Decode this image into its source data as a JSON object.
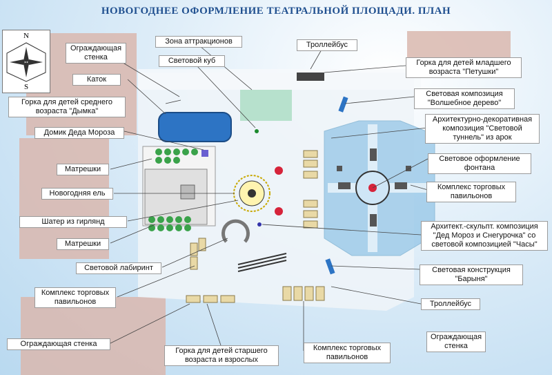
{
  "title": "НОВОГОДНЕЕ ОФОРМЛЕНИЕ ТЕАТРАЛЬНОЙ ПЛОЩАДИ. ПЛАН",
  "compass": {
    "north": "N",
    "south": "S"
  },
  "labels": {
    "fence_wall_top": [
      "Ограждающая",
      "стенка"
    ],
    "attraction_zone": "Зона аттракционов",
    "light_cube": "Световой куб",
    "trolleybus_top": "Троллейбус",
    "slide_young": [
      "Горка для детей младшего",
      "возраста \"Петушки\""
    ],
    "skating_rink": "Каток",
    "light_magic_tree": [
      "Световая композиция",
      "\"Волшебное дерево\""
    ],
    "slide_middle": [
      "Горка для детей среднего",
      "возраста \"Дымка\""
    ],
    "light_tunnel": [
      "Архитектурно-декоративная",
      "композиция \"Световой",
      "туннель\" из арок"
    ],
    "santa_house": "Домик Деда Мороза",
    "fountain_light": [
      "Световое оформление",
      "фонтана"
    ],
    "matryoshka_top": "Матрешки",
    "trade_complex_right": [
      "Комплекс торговых",
      "павильонов"
    ],
    "new_year_tree": "Новогодняя ель",
    "garland_tent": "Шатер из гирлянд",
    "santa_snow": [
      "Архитект.-скульпт. композиция",
      "\"Дед Мороз и Снегурочка\" со",
      "световой композицией \"Часы\""
    ],
    "matryoshka_bottom": "Матрешки",
    "light_maze": "Световой лабиринт",
    "barynya": [
      "Световая конструкция",
      "\"Барыня\""
    ],
    "trade_complex_left": [
      "Комплекс торговых",
      "павильонов"
    ],
    "trolleybus_bottom": "Троллейбус",
    "fence_wall_bottom_right": [
      "Ограждающая",
      "стенка"
    ],
    "fence_wall_bottom_left": "Ограждающая стенка",
    "slide_senior": [
      "Горка для детей старшего",
      "возраста и взрослых"
    ],
    "trade_complex_bottom": [
      "Комплекс торговых",
      "павильонов"
    ]
  },
  "colors": {
    "title": "#1f4f8f",
    "building": "#d9b7ae",
    "plaza": "#eef4f8",
    "fountain_area": "#8fc3e6",
    "rink": "#2d74c4",
    "tree_bush": "#3aa24a",
    "pavilion": "#e9d9a6",
    "pavilion_dark": "#555555",
    "attraction_zone": "#a9dcc2"
  }
}
